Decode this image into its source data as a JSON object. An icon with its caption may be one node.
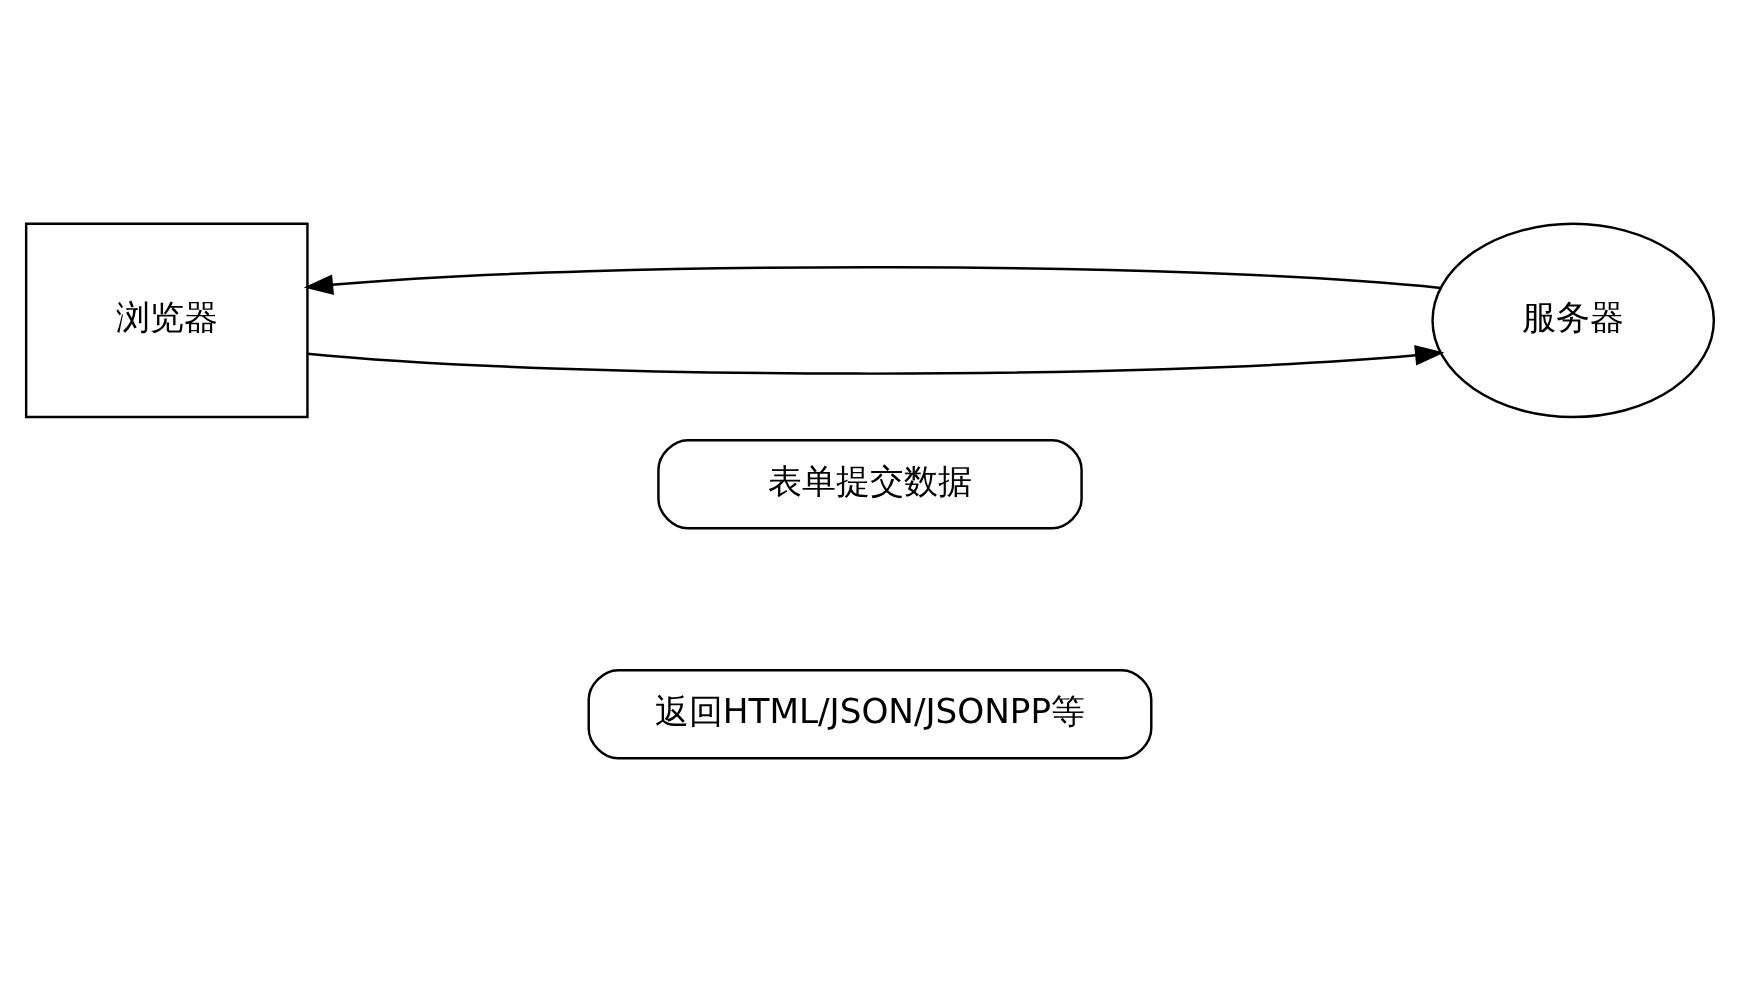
{
  "diagram": {
    "nodes": [
      {
        "text": [
          "浏览器"
        ]
      },
      {
        "text": [
          "服务器"
        ]
      },
      {
        "text": [
          "表单提交数据"
        ]
      },
      {
        "text": [
          "返回HTML/JSON/JSONPP等"
        ]
      }
    ],
    "edges": [
      {
        "from": 0,
        "to": 1,
        "arrow": "to"
      },
      {
        "from": 1,
        "to": 0,
        "arrow": "to"
      }
    ]
  }
}
